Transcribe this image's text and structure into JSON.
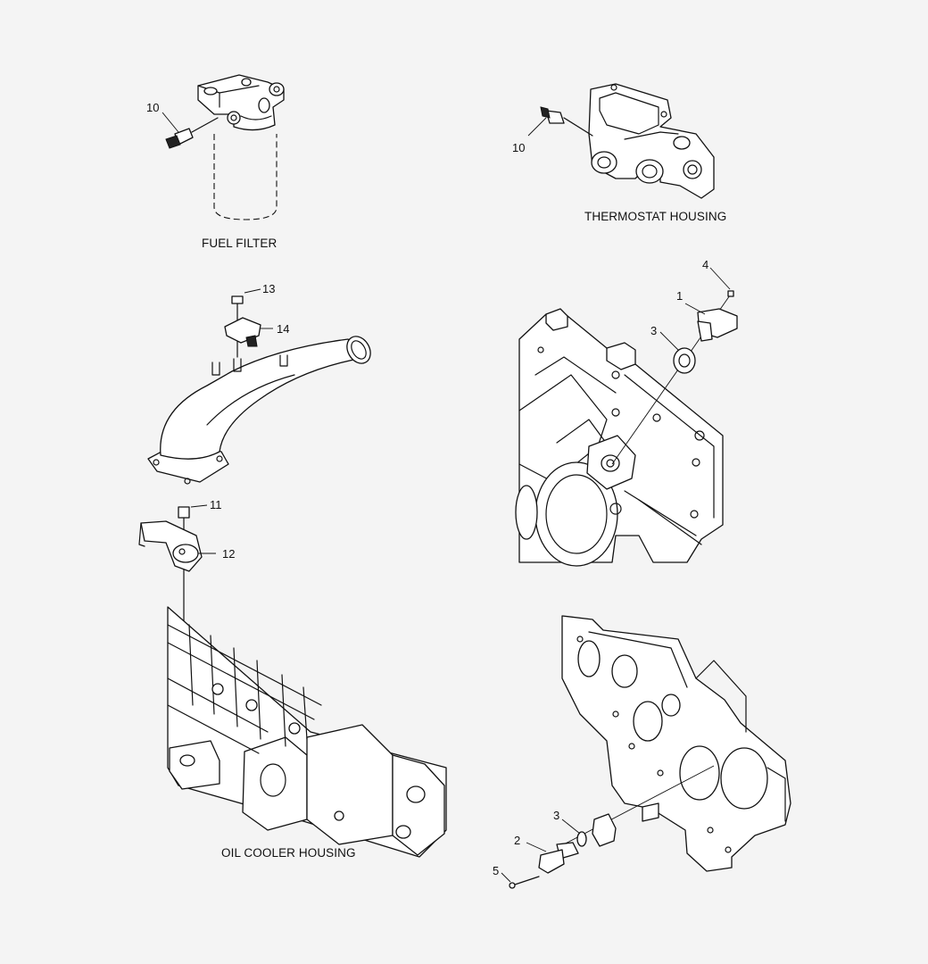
{
  "captions": {
    "fuel_filter": "FUEL FILTER",
    "thermostat_housing": "THERMOSTAT HOUSING",
    "oil_cooler_housing": "OIL COOLER HOUSING"
  },
  "callouts": {
    "fuel_filter_sensor": "10",
    "thermostat_sensor": "10",
    "intake_bolt": "13",
    "intake_sensor": "14",
    "oil_bolt": "11",
    "oil_sensor": "12",
    "front_bolt": "4",
    "front_sensor": "1",
    "front_oring": "3",
    "rear_oring": "3",
    "rear_sensor": "2",
    "rear_bolt": "5"
  }
}
